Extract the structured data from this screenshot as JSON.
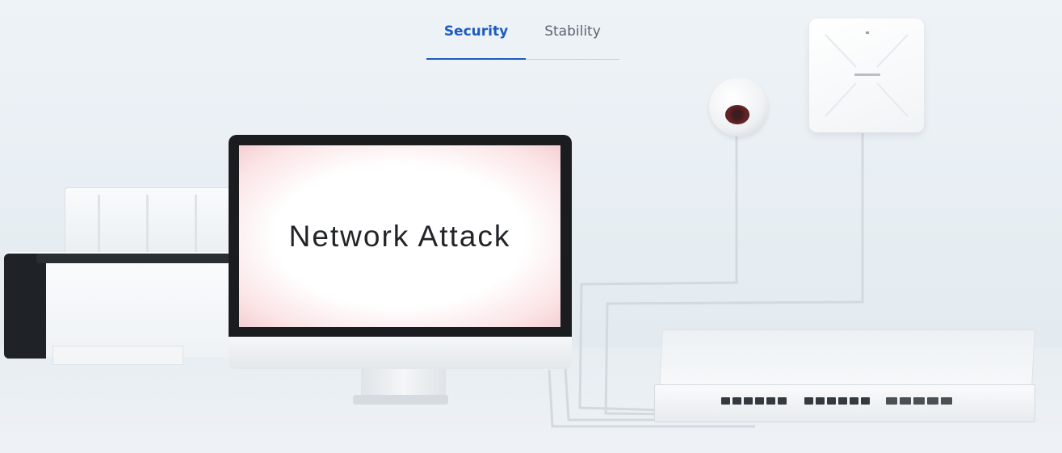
{
  "tabs": [
    {
      "label": "Security",
      "active": true
    },
    {
      "label": "Stability",
      "active": false
    }
  ],
  "screen": {
    "text": "Network Attack"
  },
  "colors": {
    "accent": "#1d5bbf",
    "inactive_tab": "#5b6470"
  },
  "icons": {
    "printer": "printer-icon",
    "monitor": "monitor-icon",
    "camera": "camera-icon",
    "access_point": "access-point-icon",
    "switch": "network-switch-icon"
  }
}
